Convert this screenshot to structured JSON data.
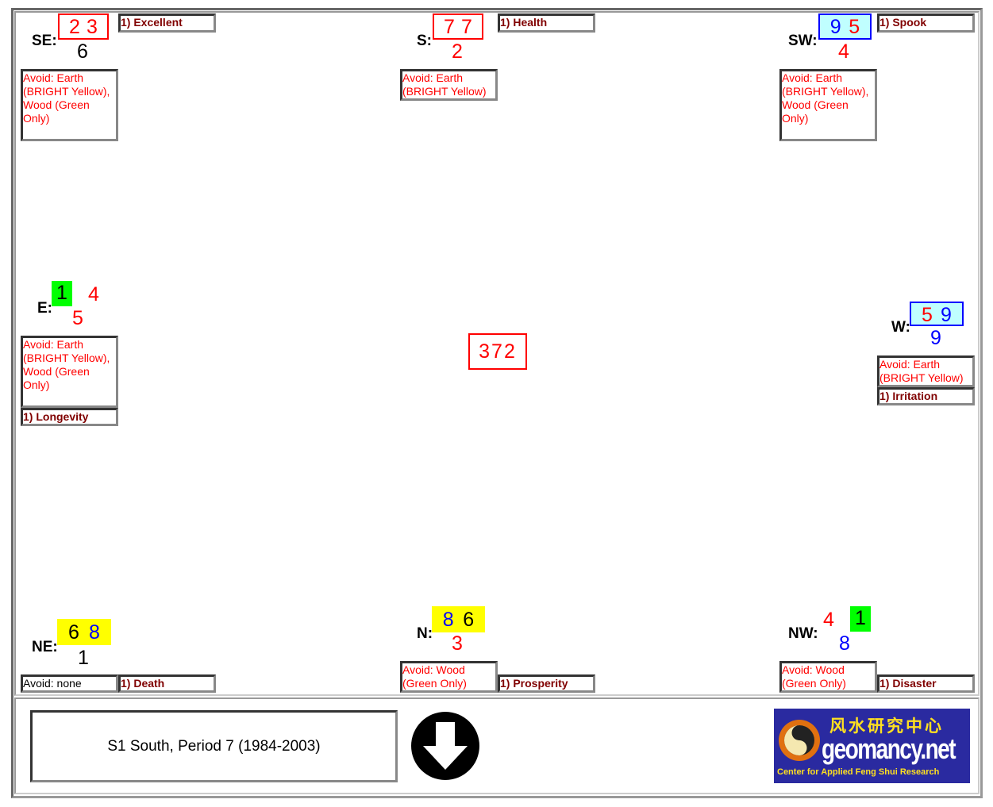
{
  "palaces": {
    "se": {
      "label": "SE:",
      "left": "2",
      "right": "3",
      "bottom": "6",
      "avoid": "Avoid: Earth (BRIGHT Yellow), Wood (Green Only)",
      "note": "1) Excellent"
    },
    "s": {
      "label": "S:",
      "left": "7",
      "right": "7",
      "bottom": "2",
      "avoid": "Avoid: Earth (BRIGHT Yellow)",
      "note": "1) Health"
    },
    "sw": {
      "label": "SW:",
      "left": "9",
      "right": "5",
      "bottom": "4",
      "avoid": "Avoid: Earth (BRIGHT Yellow), Wood (Green Only)",
      "note": "1) Spook"
    },
    "e": {
      "label": "E:",
      "left": "1",
      "right": "4",
      "bottom": "5",
      "avoid": "Avoid: Earth (BRIGHT Yellow), Wood (Green Only)",
      "note": "1) Longevity"
    },
    "w": {
      "label": "W:",
      "left": "5",
      "right": "9",
      "bottom": "9",
      "avoid": "Avoid: Earth (BRIGHT Yellow)",
      "note": "1) Irritation"
    },
    "ne": {
      "label": "NE:",
      "left": "6",
      "right": "8",
      "bottom": "1",
      "avoid": "Avoid: none",
      "note": "1) Death"
    },
    "n": {
      "label": "N:",
      "left": "8",
      "right": "6",
      "bottom": "3",
      "avoid": "Avoid: Wood (Green Only)",
      "note": "1) Prosperity"
    },
    "nw": {
      "label": "NW:",
      "left": "4",
      "right": "1",
      "bottom": "8",
      "avoid": "Avoid: Wood (Green Only)",
      "note": "1) Disaster"
    }
  },
  "center": "372",
  "chart_title": "S1 South, Period 7 (1984-2003)",
  "logo": {
    "chinese": "风水研究中心",
    "name": "geomancy.net",
    "tagline": "Center for Applied Feng Shui Research"
  },
  "colors": {
    "red": "#ff0000",
    "blue": "#0000ff",
    "yellow": "#ffff00",
    "green": "#00ff00",
    "cyan": "#c0ffff",
    "note": "#800000"
  }
}
